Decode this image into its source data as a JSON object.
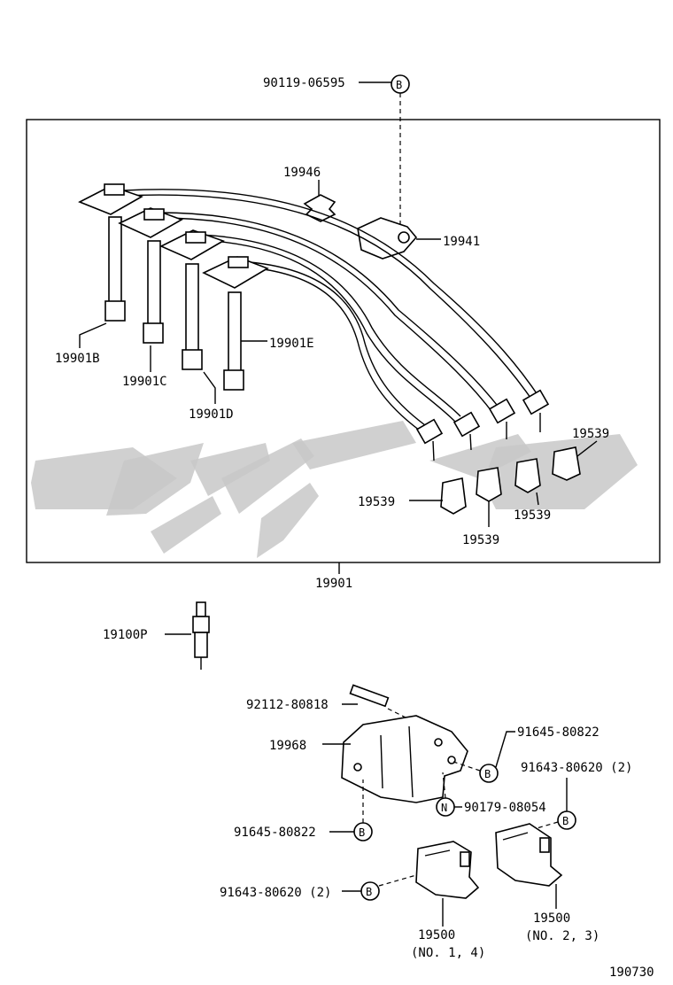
{
  "diagram": {
    "parts": {
      "clamp_bolt": "90119-06595",
      "clamp_bolt_ref": "B",
      "clamp_19946": "19946",
      "clamp_19941": "19941",
      "cord_b": "19901B",
      "cord_c": "19901C",
      "cord_d": "19901D",
      "cord_e": "19901E",
      "cap_1": "19539",
      "cap_2": "19539",
      "cap_3": "19539",
      "cap_4": "19539",
      "cord_set": "19901",
      "spark_plug": "19100P",
      "stud": "92112-80818",
      "bracket": "19968",
      "bolt_top_right": "91645-80822",
      "bolt_top_right_ref": "B",
      "bolt_pair_right": "91643-80620 (2)",
      "bolt_pair_right_ref": "B",
      "nut": "90179-08054",
      "nut_ref": "N",
      "bolt_left": "91645-80822",
      "bolt_left_ref": "B",
      "bolt_pair_left": "91643-80620 (2)",
      "bolt_pair_left_ref": "B",
      "coil_a": "19500",
      "coil_a_note": "(NO. 1, 4)",
      "coil_b": "19500",
      "coil_b_note": "(NO. 2, 3)",
      "figure_no": "190730"
    }
  }
}
